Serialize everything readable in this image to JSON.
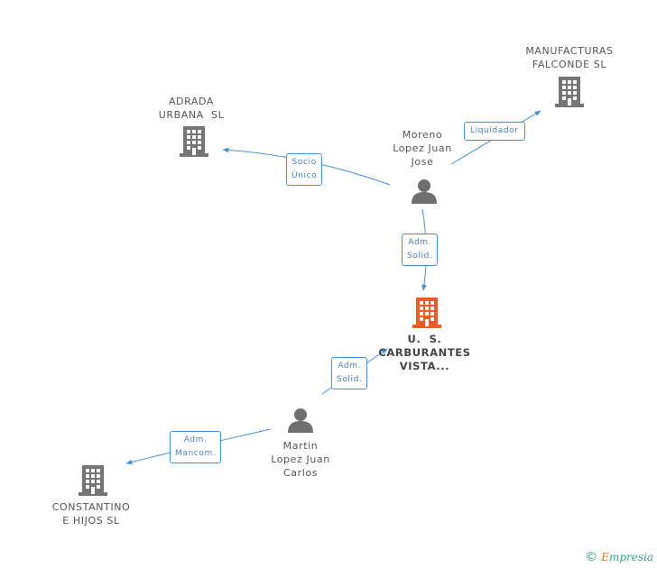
{
  "nodes": {
    "manufacturas": {
      "label_lines": [
        "MANUFACTURAS",
        "FALCONDE SL"
      ],
      "type": "company"
    },
    "adrada": {
      "label_lines": [
        "ADRADA",
        "URBANA  SL"
      ],
      "type": "company"
    },
    "moreno": {
      "label_lines": [
        "Moreno",
        "Lopez Juan",
        "Jose"
      ],
      "type": "person"
    },
    "us_carburantes": {
      "label_lines": [
        "U.  S.",
        "CARBURANTES",
        "VISTA..."
      ],
      "type": "company",
      "highlight": true
    },
    "martin": {
      "label_lines": [
        "Martin",
        "Lopez Juan",
        "Carlos"
      ],
      "type": "person"
    },
    "constantino": {
      "label_lines": [
        "CONSTANTINO",
        "E HIJOS SL"
      ],
      "type": "company"
    }
  },
  "edges": {
    "liquidador": {
      "lines": [
        "Liquidador"
      ]
    },
    "socio_unico": {
      "lines": [
        "Socio",
        "Único"
      ]
    },
    "adm_solid_1": {
      "lines": [
        "Adm.",
        "Solid."
      ]
    },
    "adm_solid_2": {
      "lines": [
        "Adm.",
        "Solid."
      ]
    },
    "adm_mancom": {
      "lines": [
        "Adm.",
        "Mancom."
      ]
    }
  },
  "colors": {
    "edge": "#4a90d9",
    "company_icon": "#757575",
    "person_icon": "#6e6e6e",
    "highlight_icon": "#f05a28"
  },
  "footer": {
    "copyright_symbol": "©",
    "brand_first": "E",
    "brand_rest": "mpresia"
  }
}
